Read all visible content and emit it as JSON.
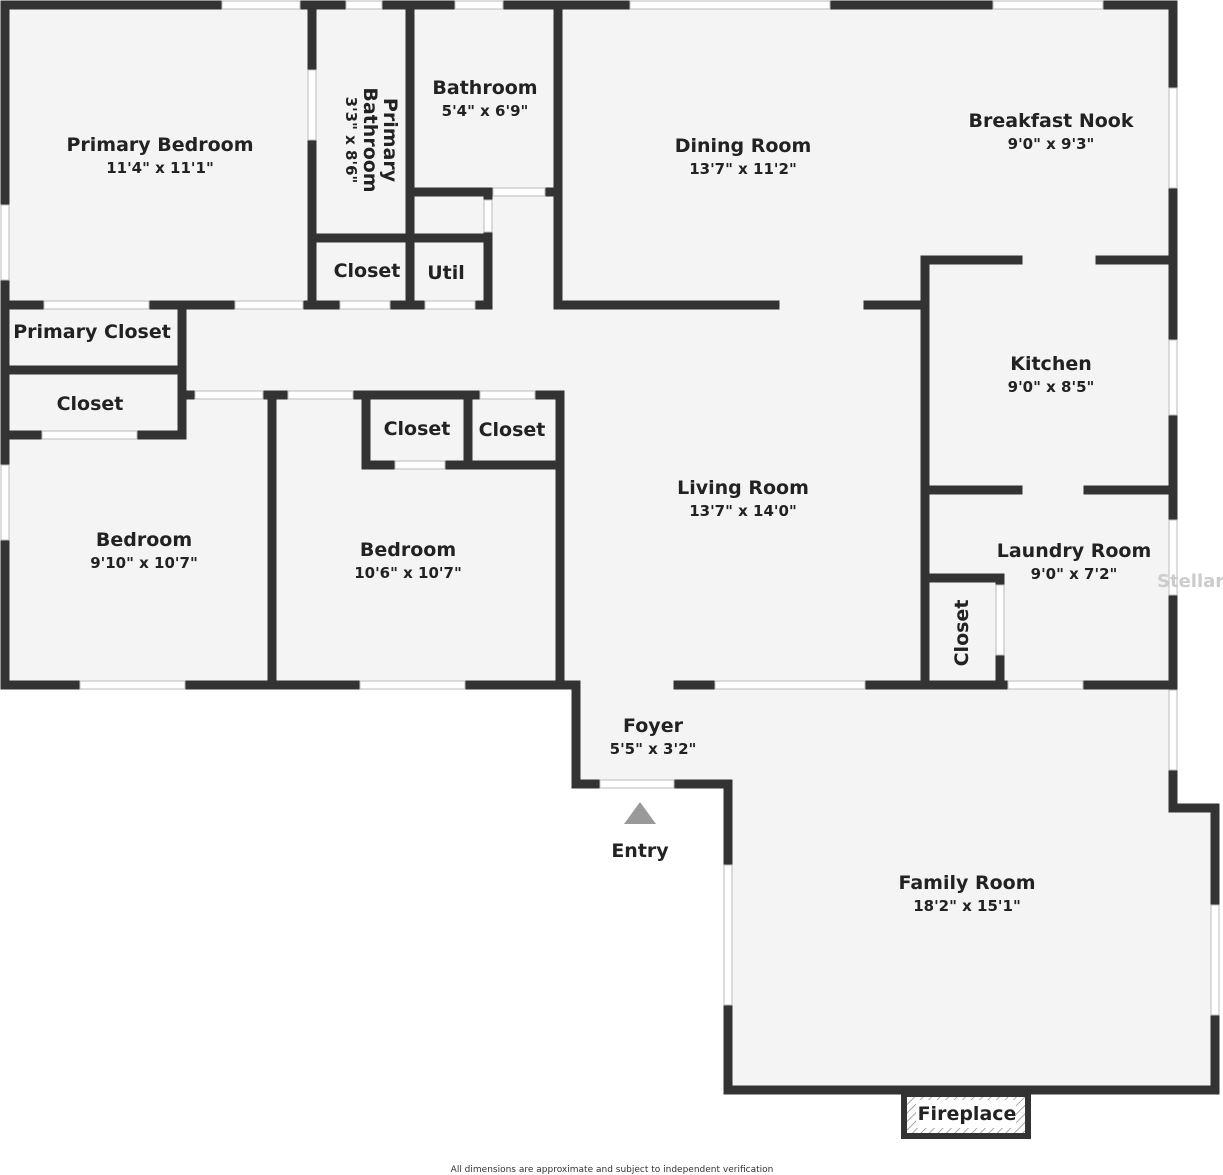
{
  "rooms": [
    {
      "name": "Primary Bedroom",
      "dims": "11'4\" x 11'1\""
    },
    {
      "name": "Primary",
      "name2": "Bathroom",
      "dims": "3'3\" x 8'6\""
    },
    {
      "name": "Bathroom",
      "dims": "5'4\" x 6'9\""
    },
    {
      "name": "Dining Room",
      "dims": "13'7\" x 11'2\""
    },
    {
      "name": "Breakfast Nook",
      "dims": "9'0\" x 9'3\""
    },
    {
      "name": "Closet"
    },
    {
      "name": "Util"
    },
    {
      "name": "Primary Closet"
    },
    {
      "name": "Closet"
    },
    {
      "name": "Closet"
    },
    {
      "name": "Closet"
    },
    {
      "name": "Kitchen",
      "dims": "9'0\" x 8'5\""
    },
    {
      "name": "Living Room",
      "dims": "13'7\" x 14'0\""
    },
    {
      "name": "Bedroom",
      "dims": "9'10\" x 10'7\""
    },
    {
      "name": "Bedroom",
      "dims": "10'6\" x 10'7\""
    },
    {
      "name": "Laundry Room",
      "dims": "9'0\" x 7'2\""
    },
    {
      "name": "Closet"
    },
    {
      "name": "Foyer",
      "dims": "5'5\" x 3'2\""
    },
    {
      "name": "Family Room",
      "dims": "18'2\" x 15'1\""
    },
    {
      "name": "Fireplace"
    }
  ],
  "entry_label": "Entry",
  "watermark": "StellarM",
  "disclaimer": "All dimensions are approximate and subject to independent verification",
  "colors": {
    "wall": "#333333",
    "floor": "#f4f4f4",
    "entry_arrow": "#999999"
  }
}
